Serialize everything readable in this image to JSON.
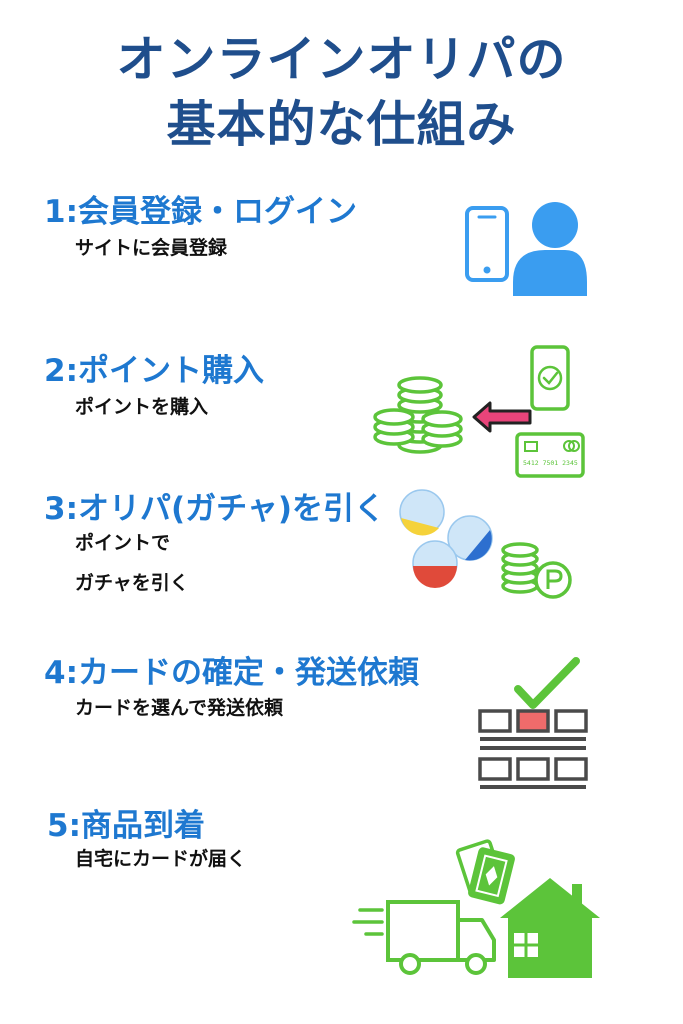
{
  "title": {
    "line1": "オンラインオリパの",
    "line2": "基本的な仕組み"
  },
  "steps": [
    {
      "heading": "1:会員登録・ログイン",
      "desc": [
        "サイトに会員登録"
      ]
    },
    {
      "heading": "2:ポイント購入",
      "desc": [
        "ポイントを購入"
      ]
    },
    {
      "heading": "3:オリパ(ガチャ)を引く",
      "desc": [
        "ポイントで",
        "ガチャを引く"
      ]
    },
    {
      "heading": "4:カードの確定・発送依頼",
      "desc": [
        "カードを選んで発送依頼"
      ]
    },
    {
      "heading": "5:商品到着",
      "desc": [
        "自宅にカードが届く"
      ]
    }
  ],
  "card_number": "5412  7501  2345",
  "colors": {
    "title": "#1f4e8c",
    "heading": "#1e78d0",
    "icon_blue": "#3a9df0",
    "icon_green": "#5cc43a",
    "arrow_pink": "#e8447a",
    "selected_red": "#ef6b6b",
    "grid_gray": "#4a4a4a"
  }
}
